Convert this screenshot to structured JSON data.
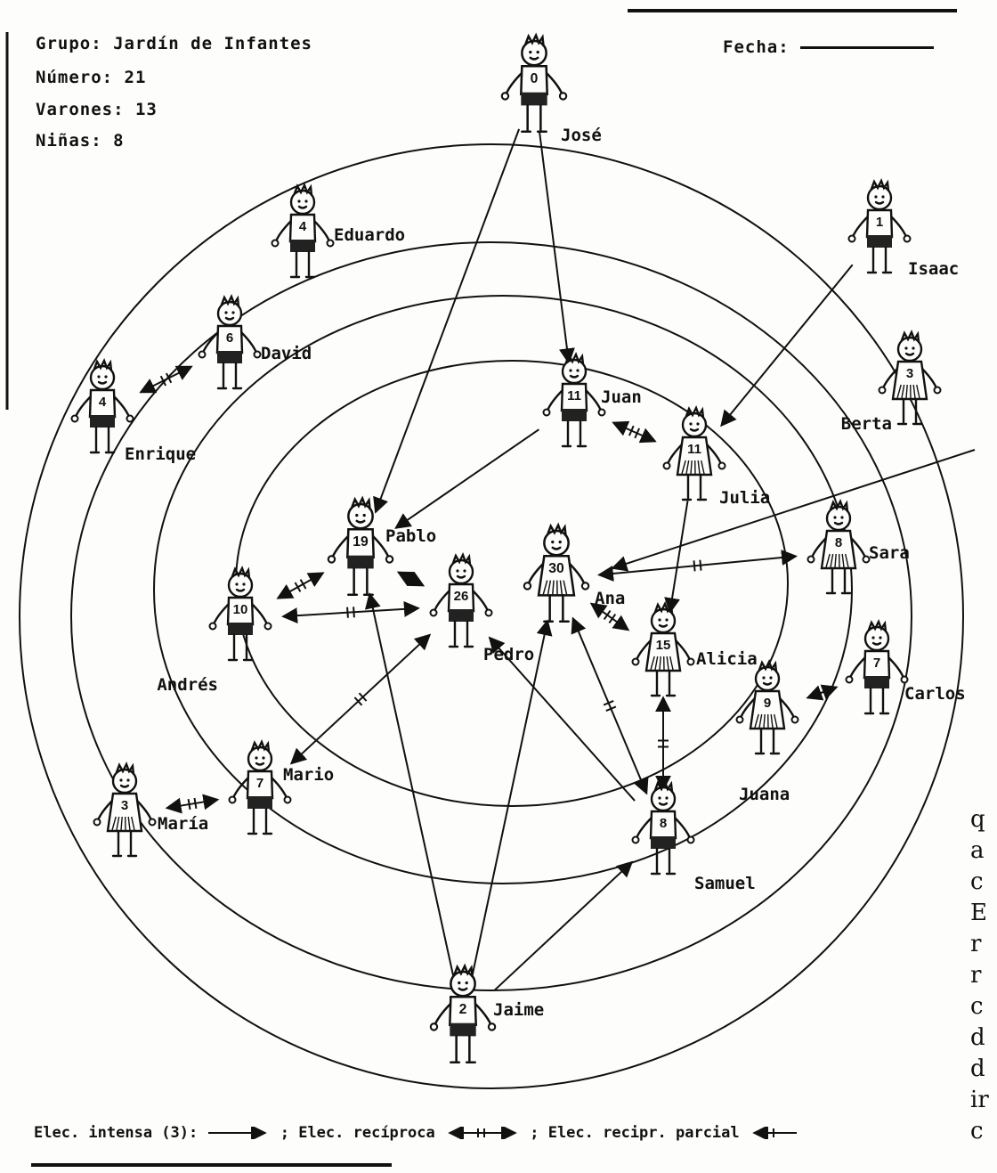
{
  "header": {
    "group": "Grupo: Jardín de Infantes",
    "number": "Número: 21",
    "boys": "Varones: 13",
    "girls": "Niñas: 8",
    "date": "Fecha:"
  },
  "children": [
    {
      "key": "jose",
      "name": "José",
      "number": "0",
      "sex": "boy"
    },
    {
      "key": "eduardo",
      "name": "Eduardo",
      "number": "4",
      "sex": "boy"
    },
    {
      "key": "isaac",
      "name": "Isaac",
      "number": "1",
      "sex": "boy"
    },
    {
      "key": "david",
      "name": "David",
      "number": "6",
      "sex": "boy"
    },
    {
      "key": "berta",
      "name": "Berta",
      "number": "3",
      "sex": "girl"
    },
    {
      "key": "enrique",
      "name": "Enrique",
      "number": "4",
      "sex": "boy"
    },
    {
      "key": "juan",
      "name": "Juan",
      "number": "11",
      "sex": "boy"
    },
    {
      "key": "julia",
      "name": "Julia",
      "number": "11",
      "sex": "girl"
    },
    {
      "key": "pablo",
      "name": "Pablo",
      "number": "19",
      "sex": "boy"
    },
    {
      "key": "ana",
      "name": "Ana",
      "number": "30",
      "sex": "girl"
    },
    {
      "key": "sara",
      "name": "Sara",
      "number": "8",
      "sex": "girl"
    },
    {
      "key": "andres",
      "name": "Andrés",
      "number": "10",
      "sex": "boy"
    },
    {
      "key": "pedro",
      "name": "Pedro",
      "number": "26",
      "sex": "boy"
    },
    {
      "key": "alicia",
      "name": "Alicia",
      "number": "15",
      "sex": "girl"
    },
    {
      "key": "carlos",
      "name": "Carlos",
      "number": "7",
      "sex": "boy"
    },
    {
      "key": "juana",
      "name": "Juana",
      "number": "9",
      "sex": "girl"
    },
    {
      "key": "mario",
      "name": "Mario",
      "number": "7",
      "sex": "boy"
    },
    {
      "key": "maria",
      "name": "María",
      "number": "3",
      "sex": "girl"
    },
    {
      "key": "samuel",
      "name": "Samuel",
      "number": "8",
      "sex": "boy"
    },
    {
      "key": "jaime",
      "name": "Jaime",
      "number": "2",
      "sex": "boy"
    }
  ],
  "choices": [
    {
      "from": "jose",
      "to": "pablo",
      "type": "intense"
    },
    {
      "from": "jose",
      "to": "juan",
      "type": "intense"
    },
    {
      "from": "isaac",
      "to": "julia",
      "type": "intense"
    },
    {
      "from": "juan",
      "to": "pablo",
      "type": "intense"
    },
    {
      "from": "julia",
      "to": "alicia",
      "type": "intense"
    },
    {
      "from": "jaime",
      "to": "pablo",
      "type": "intense"
    },
    {
      "from": "jaime",
      "to": "ana",
      "type": "intense"
    },
    {
      "from": "jaime",
      "to": "samuel",
      "type": "intense"
    },
    {
      "from": "samuel",
      "to": "pedro",
      "type": "intense"
    },
    {
      "from": "enrique",
      "to": "david",
      "type": "reciprocal"
    },
    {
      "from": "juan",
      "to": "julia",
      "type": "reciprocal"
    },
    {
      "from": "andres",
      "to": "pablo",
      "type": "reciprocal"
    },
    {
      "from": "pablo",
      "to": "pedro",
      "type": "reciprocal"
    },
    {
      "from": "andres",
      "to": "pedro",
      "type": "reciprocal"
    },
    {
      "from": "ana",
      "to": "sara",
      "type": "reciprocal"
    },
    {
      "from": "ana",
      "to": "alicia",
      "type": "reciprocal"
    },
    {
      "from": "alicia",
      "to": "samuel",
      "type": "reciprocal"
    },
    {
      "from": "juana",
      "to": "carlos",
      "type": "reciprocal"
    },
    {
      "from": "pedro",
      "to": "mario",
      "type": "reciprocal"
    },
    {
      "from": "maria",
      "to": "mario",
      "type": "reciprocal"
    },
    {
      "from": "ana",
      "to": "samuel",
      "type": "reciprocal"
    }
  ],
  "legend": {
    "intense": "Elec. intensa (3):",
    "reciprocal": "; Elec. recíproca",
    "partial": "; Elec. recipr. parcial"
  },
  "side_text": [
    "q",
    "a",
    "c",
    "E",
    "r",
    "r",
    "c",
    "d",
    "d",
    "ir",
    "c"
  ]
}
